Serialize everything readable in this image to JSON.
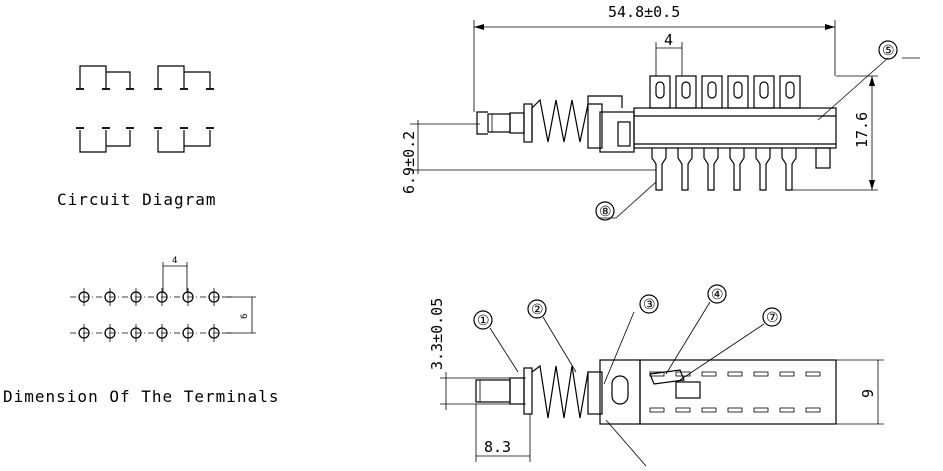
{
  "labels": {
    "circuit": "Circuit Diagram",
    "terminals": "Dimension Of The Terminals"
  },
  "dimensions": {
    "overall_length": "54.8±0.5",
    "terminal_pitch_top": "4",
    "height": "17.6",
    "offset": "6.9±0.2",
    "plunger_dia": "3.3±0.05",
    "plunger_length": "8.3",
    "body_width": "9",
    "terminal_pitch": "4",
    "row_spacing": "6"
  },
  "callouts": [
    "①",
    "②",
    "③",
    "④",
    "⑤",
    "⑦",
    "⑧"
  ]
}
